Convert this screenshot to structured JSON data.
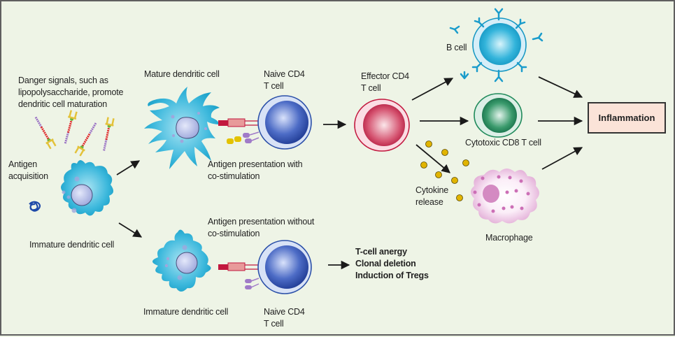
{
  "diagram": {
    "labels": {
      "danger_signals": "Danger signals, such as\nlipopolysaccharide, promote\ndendritic cell maturation",
      "antigen_acquisition": "Antigen\nacquisition",
      "immature_dc_left": "Immature dendritic cell",
      "mature_dc": "Mature dendritic cell",
      "naive_cd4_top": "Naive CD4\nT cell",
      "presentation_with": "Antigen presentation with\nco-stimulation",
      "presentation_without": "Antigen presentation without\nco-stimulation",
      "immature_dc_bottom": "Immature dendritic cell",
      "naive_cd4_bottom": "Naive CD4\nT cell",
      "effector_cd4": "Effector CD4\nT cell",
      "b_cell": "B cell",
      "cytotoxic_cd8": "Cytotoxic CD8 T cell",
      "cytokine_release": "Cytokine\nrelease",
      "macrophage": "Macrophage",
      "inflammation": "Inflammation"
    },
    "outcomes": [
      "T-cell anergy",
      "Clonal deletion",
      "Induction of Tregs"
    ],
    "colors": {
      "background": "#eef4e6",
      "dendritic_cell": "#1aa6cc",
      "naive_t_cell": "#2a4fa8",
      "effector_t_cell": "#c8264a",
      "b_cell": "#1aa6cc",
      "cd8_t_cell": "#1f8a5a",
      "macrophage": "#e6b4dc",
      "cytokine": "#e1b400",
      "inflammation_box": "#fbe3d8"
    }
  }
}
